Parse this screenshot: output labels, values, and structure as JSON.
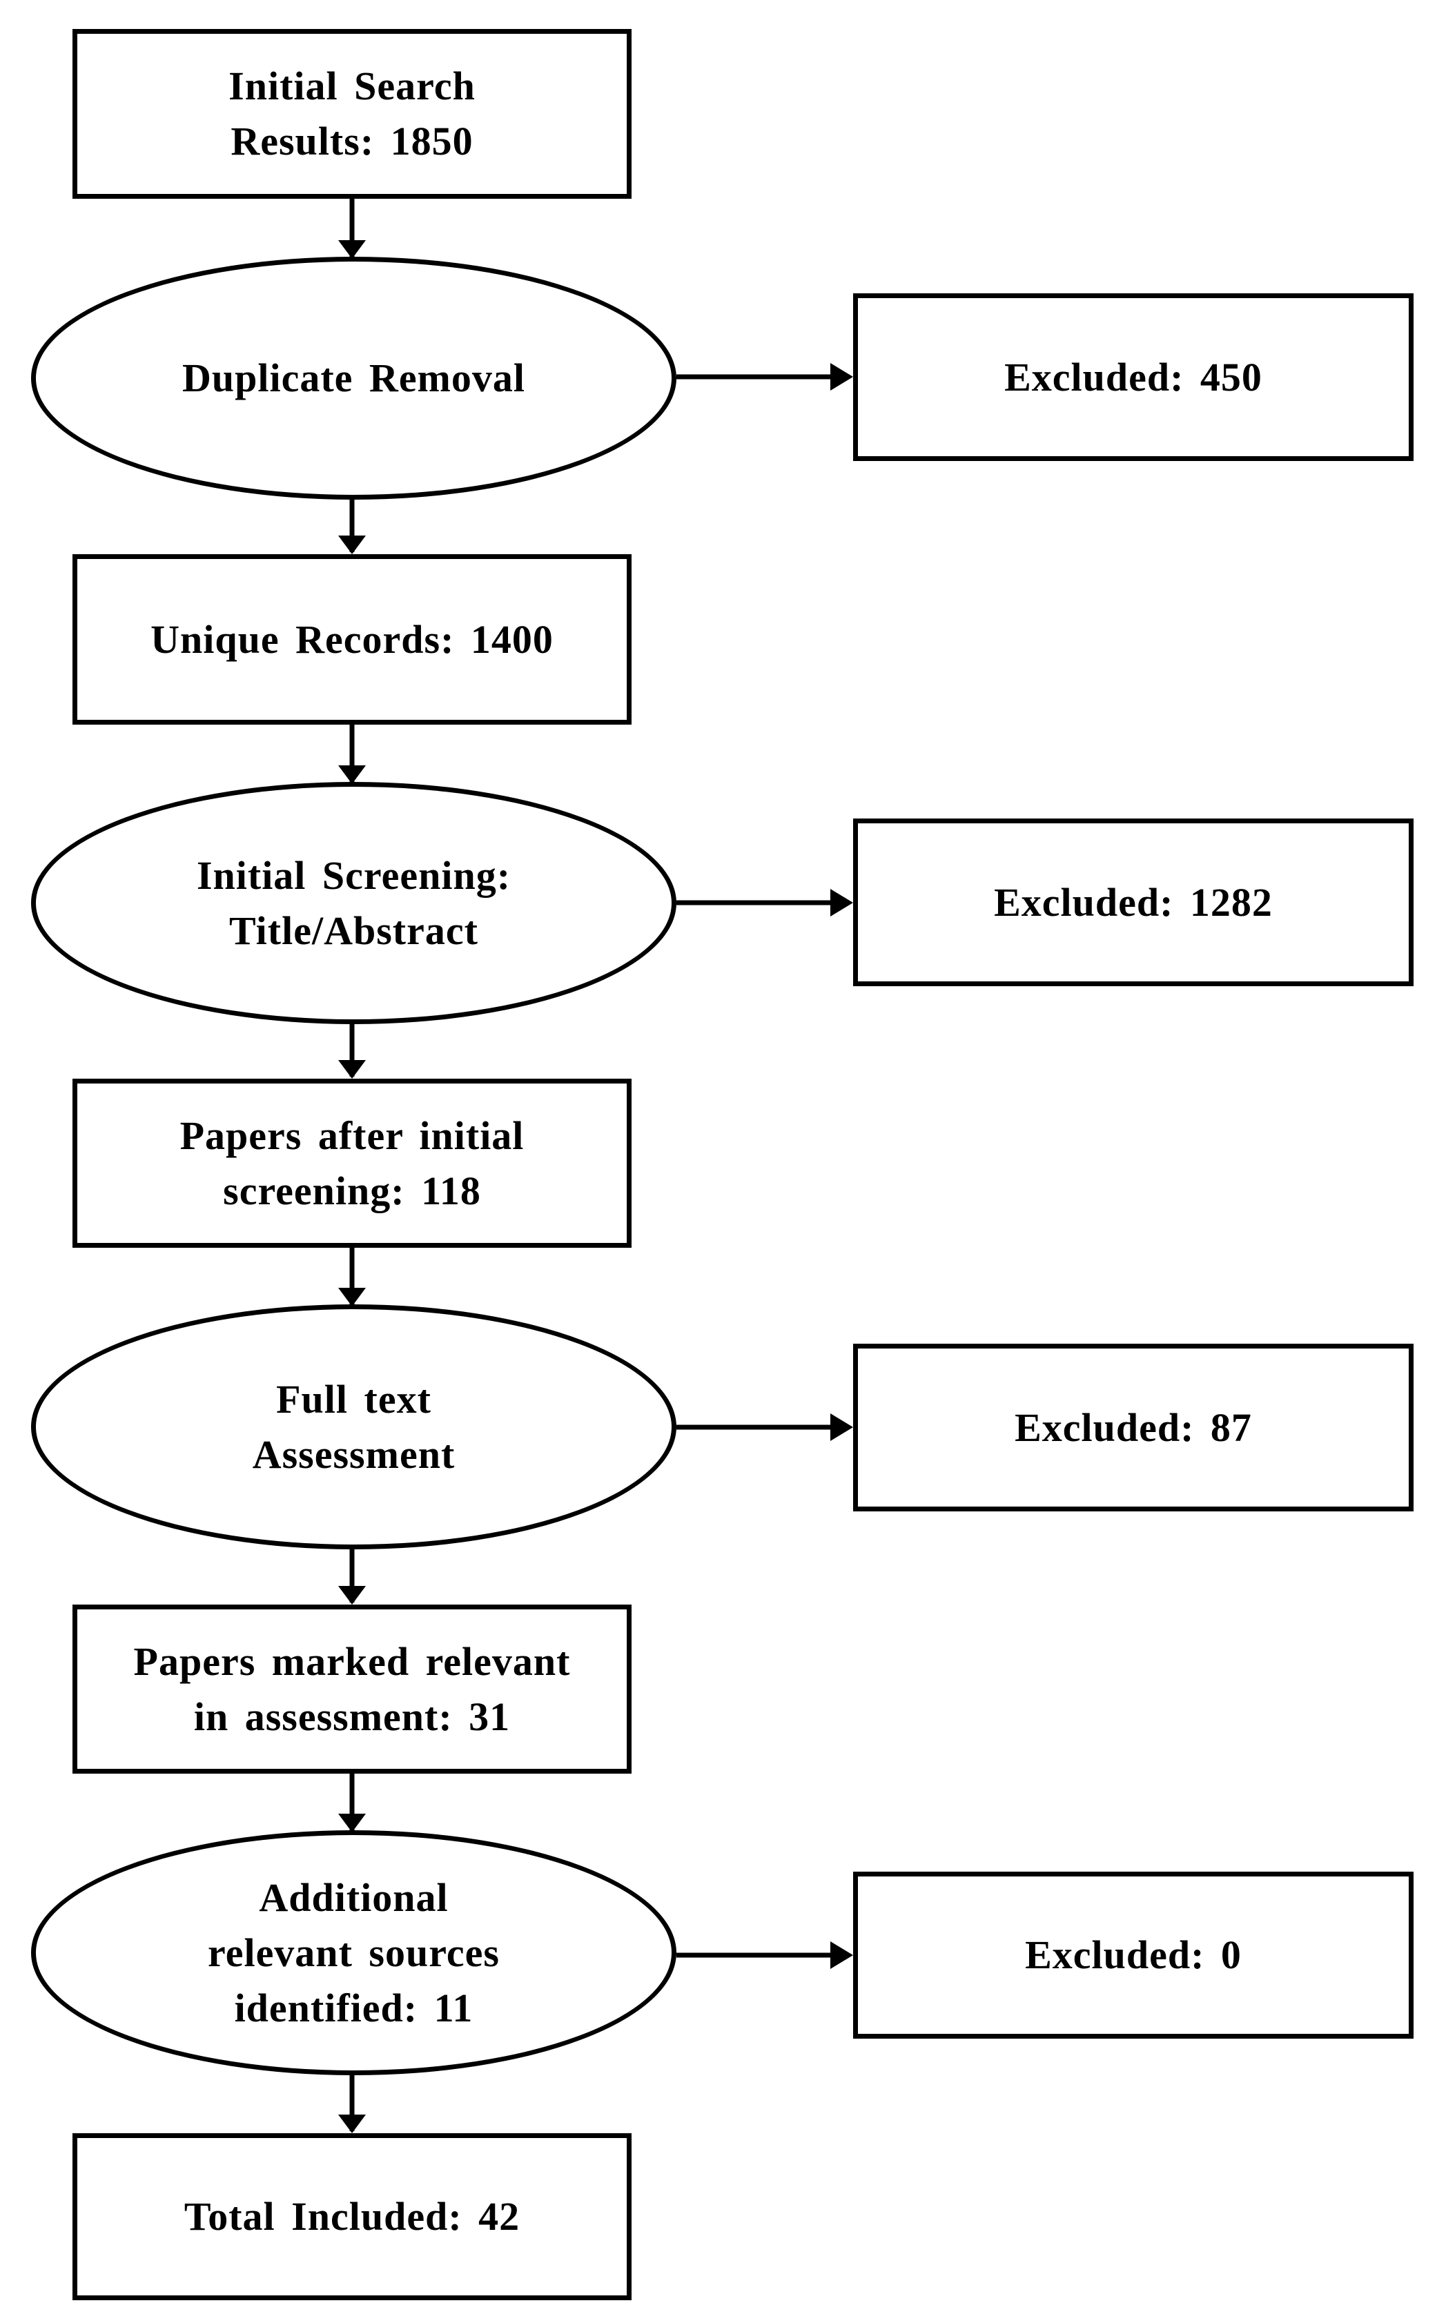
{
  "flow": {
    "initial_search": "Initial Search\nResults: 1850",
    "duplicate_removal": "Duplicate Removal",
    "unique_records": "Unique Records: 1400",
    "initial_screening": "Initial Screening:\nTitle/Abstract",
    "papers_after_screening": "Papers after initial\nscreening: 118",
    "full_text": "Full text\nAssessment",
    "papers_relevant": "Papers marked relevant\nin assessment: 31",
    "additional_sources": "Additional\nrelevant sources\nidentified:  11",
    "total_included": "Total Included:  42"
  },
  "exclusions": {
    "duplicates": "Excluded: 450",
    "screening": "Excluded: 1282",
    "full_text": "Excluded: 87",
    "additional": "Excluded: 0"
  },
  "colors": {
    "line": "#000000",
    "background": "#ffffff"
  }
}
